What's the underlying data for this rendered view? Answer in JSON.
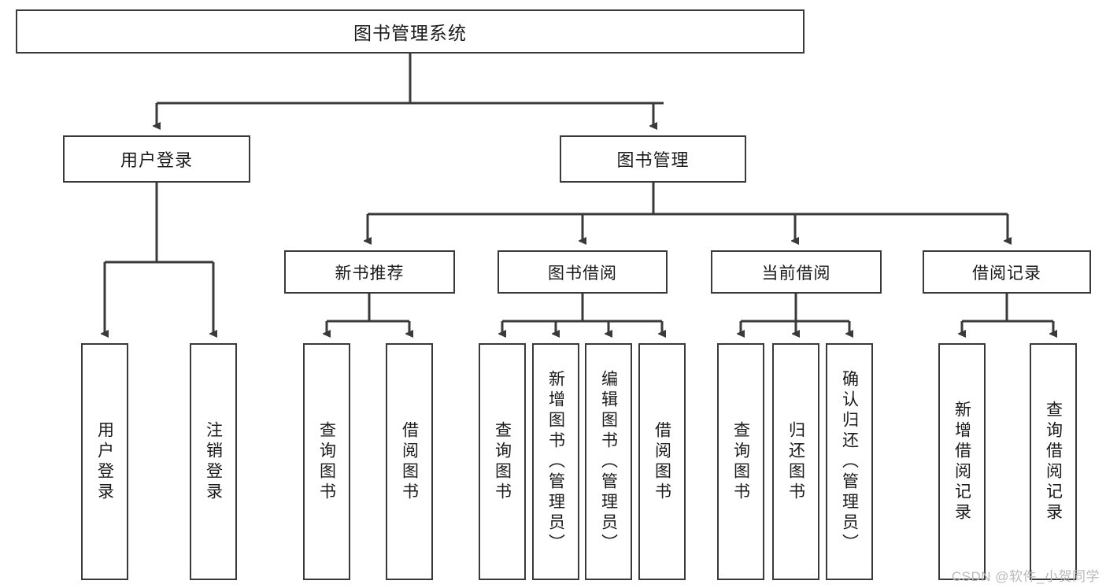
{
  "diagram": {
    "title": "图书管理系统",
    "watermark": "CSDN @软件_小贺同学",
    "colors": {
      "stroke": "#3a3a3a",
      "fill": "#ffffff",
      "text": "#1a1a1a",
      "watermark": "#b9b9b9"
    },
    "root": {
      "label": "图书管理系统"
    },
    "level2": [
      {
        "label": "用户登录"
      },
      {
        "label": "图书管理"
      }
    ],
    "level3": [
      {
        "label": "新书推荐"
      },
      {
        "label": "图书借阅"
      },
      {
        "label": "当前借阅"
      },
      {
        "label": "借阅记录"
      }
    ],
    "leaves": {
      "user_login": [
        {
          "label": "用户登录"
        },
        {
          "label": "注销登录"
        }
      ],
      "new_book": [
        {
          "label": "查询图书"
        },
        {
          "label": "借阅图书"
        }
      ],
      "borrow_book": [
        {
          "label": "查询图书"
        },
        {
          "label": "新增图书（管理员）"
        },
        {
          "label": "编辑图书（管理员）"
        },
        {
          "label": "借阅图书"
        }
      ],
      "current_borrow": [
        {
          "label": "查询图书"
        },
        {
          "label": "归还图书"
        },
        {
          "label": "确认归还（管理员）"
        }
      ],
      "borrow_record": [
        {
          "label": "新增借阅记录"
        },
        {
          "label": "查询借阅记录"
        }
      ]
    }
  }
}
